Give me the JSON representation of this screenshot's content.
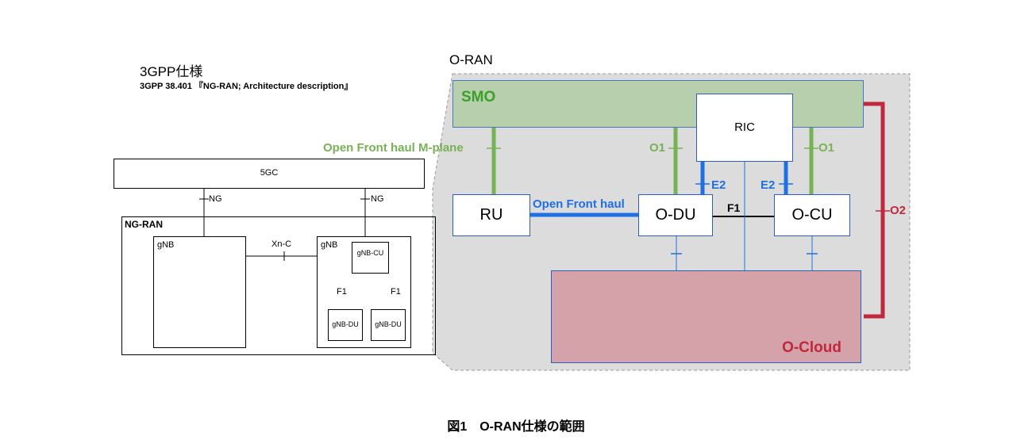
{
  "spec_3gpp": {
    "title": "3GPP仕様",
    "subtitle": "3GPP 38.401 『NG-RAN; Architecture description』",
    "core": "5GC",
    "ng_left": "NG",
    "ng_right": "NG",
    "ngran": "NG-RAN",
    "gnb_left": "gNB",
    "gnb_right": "gNB",
    "xnc": "Xn-C",
    "cu": "gNB-CU",
    "f1_left": "F1",
    "f1_right": "F1",
    "du_left": "gNB-DU",
    "du_right": "gNB-DU"
  },
  "oran": {
    "title": "O-RAN",
    "smo": "SMO",
    "ric": "RIC",
    "ru": "RU",
    "odu": "O-DU",
    "ocu": "O-CU",
    "ocloud": "O-Cloud",
    "mplane": "Open Front haul M-plane",
    "fronthaul": "Open Front haul",
    "o1_left": "O1",
    "o1_right": "O1",
    "e2_left": "E2",
    "e2_right": "E2",
    "f1": "F1",
    "o2": "O2"
  },
  "caption": "図1　O-RAN仕様の範囲",
  "colors": {
    "smo_fill": "#b7cfad",
    "smo_text": "#3aa02a",
    "green_line": "#77b255",
    "blue_line": "#1f6fe5",
    "red_line": "#c0283e",
    "ocloud_fill": "#d4a2a8",
    "oran_bg": "#dcdcdc"
  }
}
